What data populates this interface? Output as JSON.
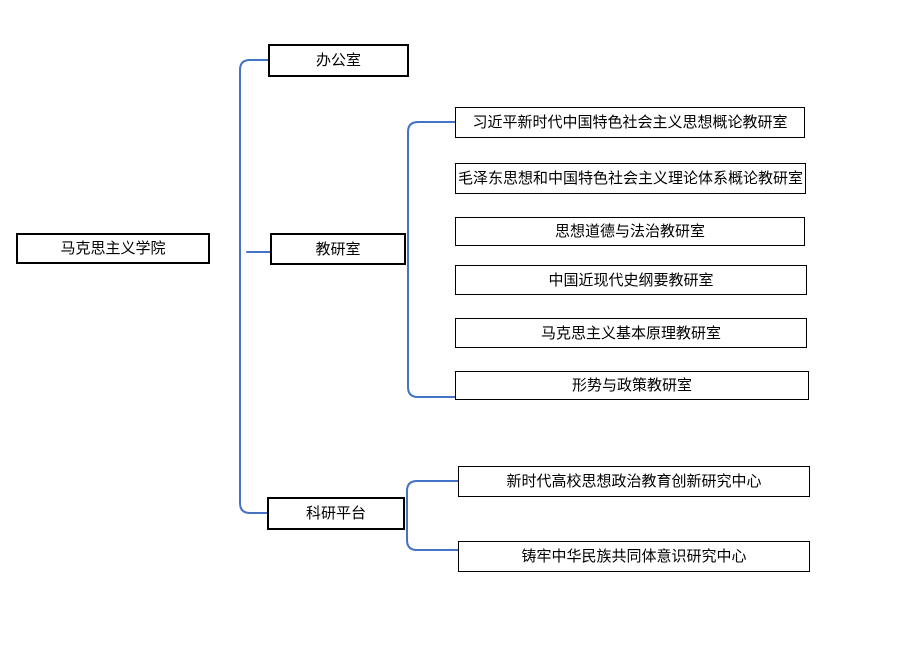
{
  "theme": {
    "background": "#ffffff",
    "connector_color": "#4472c4",
    "node_border_color": "#000000",
    "node_fill": "#ffffff",
    "node_text_color": "#000000"
  },
  "org_chart": {
    "type": "organization-chart",
    "root": "马克思主义学院",
    "branches": [
      {
        "label": "办公室",
        "children": []
      },
      {
        "label": "教研室",
        "children": [
          "习近平新时代中国特色社会主义思想概论教研室",
          "毛泽东思想和中国特色社会主义理论体系概论教研室",
          "思想道德与法治教研室",
          "中国近现代史纲要教研室",
          "马克思主义基本原理教研室",
          "形势与政策教研室"
        ]
      },
      {
        "label": "科研平台",
        "children": [
          "新时代高校思想政治教育创新研究中心",
          "铸牢中华民族共同体意识研究中心"
        ]
      }
    ]
  }
}
